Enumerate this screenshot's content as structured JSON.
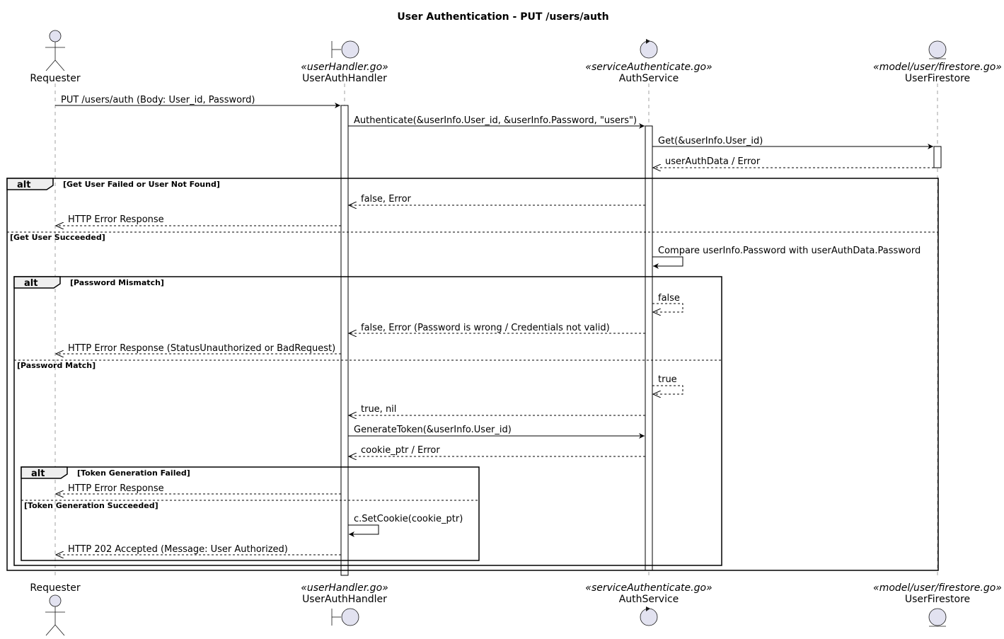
{
  "diagram": {
    "title": "User Authentication - PUT /users/auth",
    "participants": [
      {
        "id": "requester",
        "kind": "actor",
        "name": "Requester",
        "stereotype": ""
      },
      {
        "id": "handler",
        "kind": "boundary",
        "name": "UserAuthHandler",
        "stereotype": "«userHandler.go»"
      },
      {
        "id": "service",
        "kind": "control",
        "name": "AuthService",
        "stereotype": "«serviceAuthenticate.go»"
      },
      {
        "id": "store",
        "kind": "entity",
        "name": "UserFirestore",
        "stereotype": "«model/user/firestore.go»"
      }
    ],
    "messages": [
      {
        "from": "requester",
        "to": "handler",
        "label": "PUT /users/auth (Body: User_id, Password)",
        "style": "sync"
      },
      {
        "from": "handler",
        "to": "service",
        "label": "Authenticate(&userInfo.User_id, &userInfo.Password, \"users\")",
        "style": "sync"
      },
      {
        "from": "service",
        "to": "store",
        "label": "Get(&userInfo.User_id)",
        "style": "sync"
      },
      {
        "from": "store",
        "to": "service",
        "label": "userAuthData / Error",
        "style": "return"
      },
      {
        "from": "service",
        "to": "handler",
        "label": "false, Error",
        "style": "return"
      },
      {
        "from": "handler",
        "to": "requester",
        "label": "HTTP Error Response",
        "style": "return"
      },
      {
        "from": "service",
        "to": "service",
        "label": "Compare userInfo.Password with userAuthData.Password",
        "style": "self"
      },
      {
        "from": "service",
        "to": "service",
        "label": "false",
        "style": "self-return"
      },
      {
        "from": "service",
        "to": "handler",
        "label": "false, Error (Password is wrong / Credentials not valid)",
        "style": "return"
      },
      {
        "from": "handler",
        "to": "requester",
        "label": "HTTP Error Response (StatusUnauthorized or BadRequest)",
        "style": "return"
      },
      {
        "from": "service",
        "to": "service",
        "label": "true",
        "style": "self-return"
      },
      {
        "from": "service",
        "to": "handler",
        "label": "true, nil",
        "style": "return"
      },
      {
        "from": "handler",
        "to": "service",
        "label": "GenerateToken(&userInfo.User_id)",
        "style": "sync"
      },
      {
        "from": "service",
        "to": "handler",
        "label": "cookie_ptr / Error",
        "style": "return"
      },
      {
        "from": "handler",
        "to": "requester",
        "label": "HTTP Error Response",
        "style": "return"
      },
      {
        "from": "handler",
        "to": "handler",
        "label": "c.SetCookie(cookie_ptr)",
        "style": "self"
      },
      {
        "from": "handler",
        "to": "requester",
        "label": "HTTP 202 Accepted (Message: User Authorized)",
        "style": "return"
      }
    ],
    "fragments": [
      {
        "keyword": "alt",
        "guard": "[Get User Failed or User Not Found]",
        "else_guard": "[Get User Succeeded]"
      },
      {
        "keyword": "alt",
        "guard": "[Password Mismatch]",
        "else_guard": "[Password Match]"
      },
      {
        "keyword": "alt",
        "guard": "[Token Generation Failed]",
        "else_guard": "[Token Generation Succeeded]"
      }
    ]
  }
}
